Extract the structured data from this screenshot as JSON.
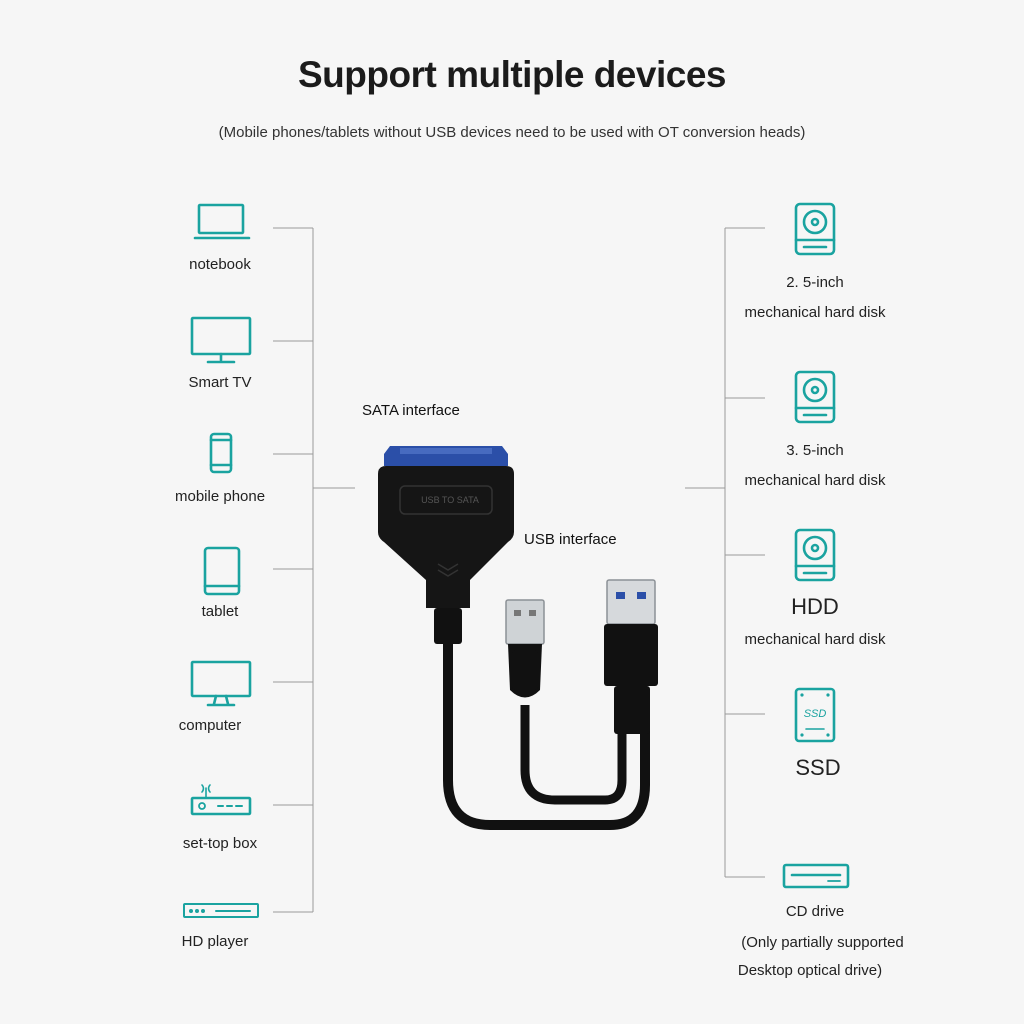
{
  "header": {
    "title": "Support multiple devices",
    "subtitle": "(Mobile phones/tablets without USB devices need to be used with OT conversion heads)"
  },
  "left_devices": [
    {
      "label": "notebook",
      "icon": "laptop-icon"
    },
    {
      "label": "Smart TV",
      "icon": "tv-icon"
    },
    {
      "label": "mobile phone",
      "icon": "phone-icon"
    },
    {
      "label": "tablet",
      "icon": "tablet-icon"
    },
    {
      "label": "computer",
      "icon": "monitor-icon"
    },
    {
      "label": "set-top box",
      "icon": "set-top-box-icon"
    },
    {
      "label": "HD player",
      "icon": "hd-player-icon"
    }
  ],
  "cable": {
    "sata_label": "SATA interface",
    "usb_label": "USB interface",
    "body_text": "USB TO SATA"
  },
  "right_devices": [
    {
      "line1": "2. 5-inch",
      "line2": "mechanical hard disk",
      "icon": "hard-disk-icon"
    },
    {
      "line1": "3. 5-inch",
      "line2": "mechanical hard disk",
      "icon": "hard-disk-icon"
    },
    {
      "line1": "HDD",
      "line2": "mechanical hard disk",
      "icon": "hard-disk-icon"
    },
    {
      "line1": "SSD",
      "icon": "ssd-icon",
      "icon_text": "SSD"
    },
    {
      "line1": "CD drive",
      "line2": "(Only partially supported",
      "line3": "Desktop optical drive)",
      "icon": "optical-drive-icon"
    }
  ],
  "colors": {
    "accent": "#1aa3a0",
    "sata_blue": "#2b4fa8",
    "cable_black": "#111111"
  }
}
